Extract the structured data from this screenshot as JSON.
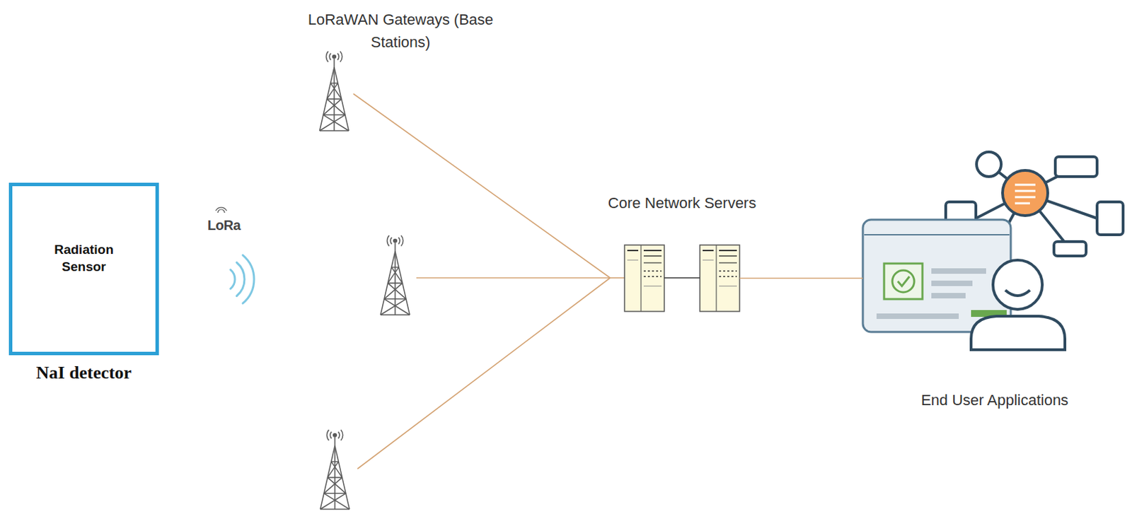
{
  "diagram": {
    "nodes": [
      {
        "text": [
          "Radiation Sensor",
          "NaI detector"
        ]
      },
      {
        "text": [
          "Core Network Servers"
        ]
      },
      {
        "text": [
          "End User Applications"
        ]
      }
    ],
    "edges": [
      {
        "from": 1,
        "to": 2,
        "arrow": "none"
      }
    ],
    "labels": [
      "LoRa",
      "LoRaWAN Gateways (Base Stations)"
    ]
  }
}
